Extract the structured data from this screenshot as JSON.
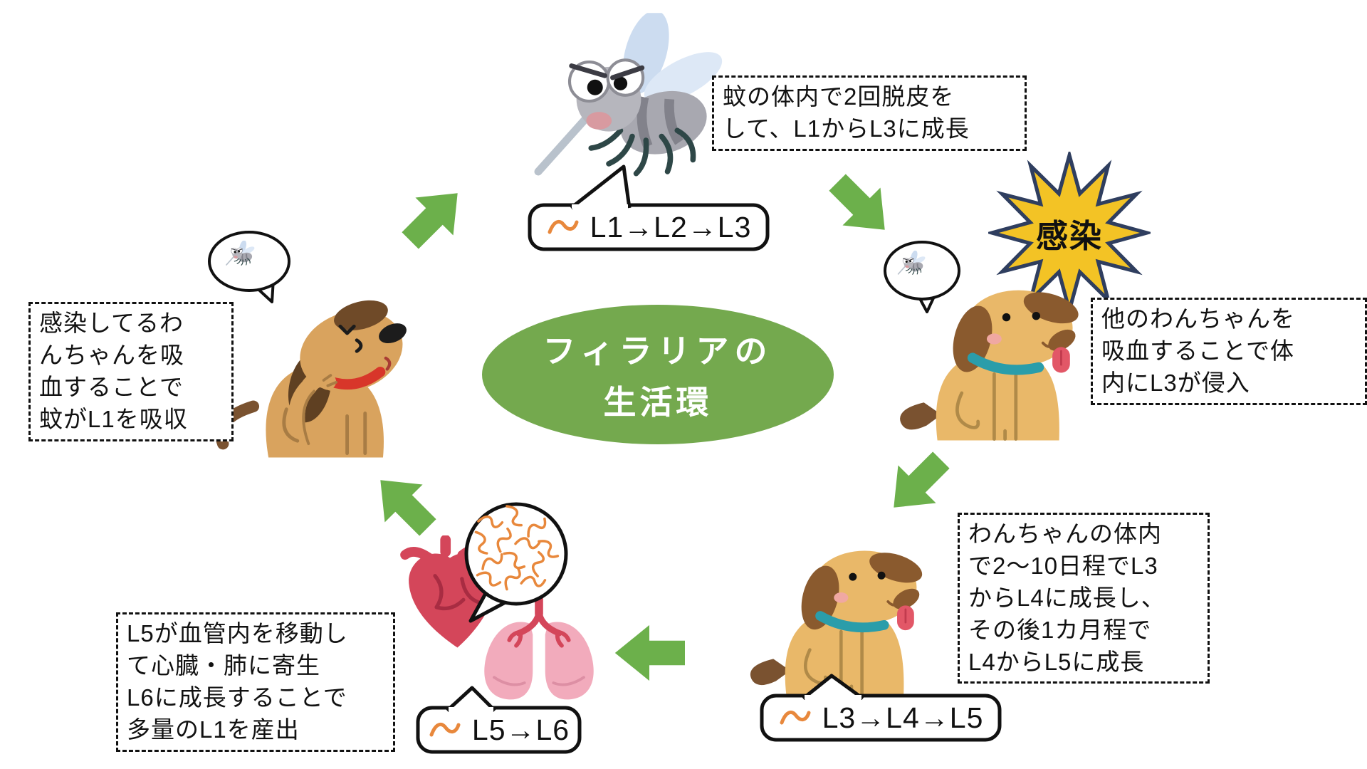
{
  "title": {
    "line1": "フィラリアの",
    "line2": "生活環"
  },
  "badges": {
    "infection": "感染"
  },
  "stages": {
    "mosquito_stage": {
      "label": "L1→L2→L3"
    },
    "dog_tissue_stage": {
      "label": "L3→L4→L5"
    },
    "heart_lung_stage": {
      "label": "L5→L6"
    }
  },
  "notes": {
    "mosquito_molt": {
      "lines": [
        "蚊の体内で2回脱皮を",
        "して、L1からL3に成長"
      ]
    },
    "l3_invasion": {
      "lines": [
        "他のわんちゃんを",
        "吸血することで体",
        "内にL3が侵入"
      ]
    },
    "dog_growth": {
      "lines": [
        "わんちゃんの体内",
        "で2〜10日程でL3",
        "からL4に成長し、",
        "その後1カ月程で",
        "L4からL5に成長"
      ]
    },
    "parasitize_heart_lung": {
      "lines": [
        "L5が血管内を移動し",
        "て心臓・肺に寄生",
        "L6に成長することで",
        "多量のL1を産出"
      ]
    },
    "l1_uptake": {
      "lines": [
        "感染してるわ",
        "んちゃんを吸",
        "血することで",
        "蚊がL1を吸収"
      ]
    }
  },
  "colors": {
    "cycle_arrow_green": "#6cb04b",
    "ellipse_green": "#74a94e",
    "star_yellow": "#f3c325",
    "star_outline": "#2f3e5f",
    "worm_orange": "#e8883c",
    "heart_red": "#d4465a",
    "lung_pink": "#f2abbc",
    "dog_tan": "#e9b869",
    "dog_brown": "#8a5a2e",
    "collar_teal": "#2a9daa",
    "collar_red": "#d8362a",
    "text_black": "#111111"
  }
}
